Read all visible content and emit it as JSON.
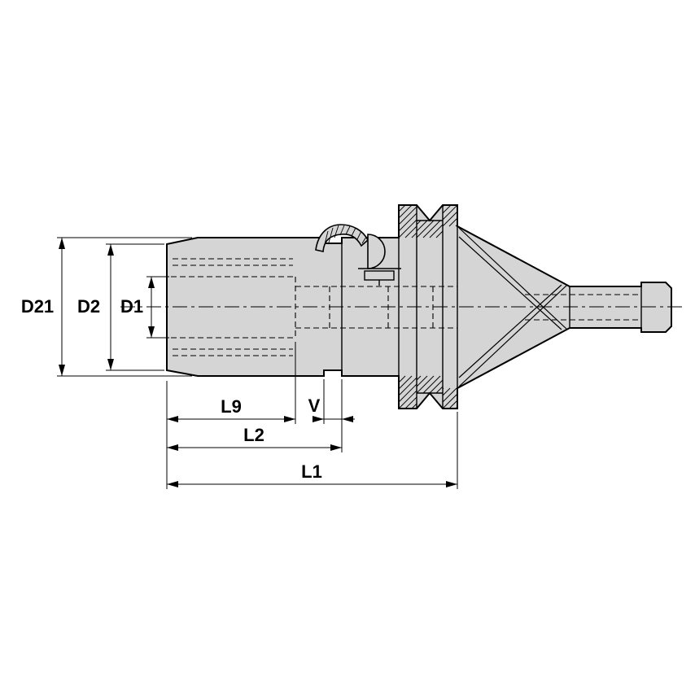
{
  "diagram": {
    "type": "technical-drawing",
    "colors": {
      "background": "#ffffff",
      "body_fill": "#d5d5d5",
      "line": "#000000"
    },
    "dimension_labels": {
      "d21": "D21",
      "d2": "D2",
      "d1": "D1",
      "l9": "L9",
      "v": "V",
      "l2": "L2",
      "l1": "L1"
    }
  }
}
